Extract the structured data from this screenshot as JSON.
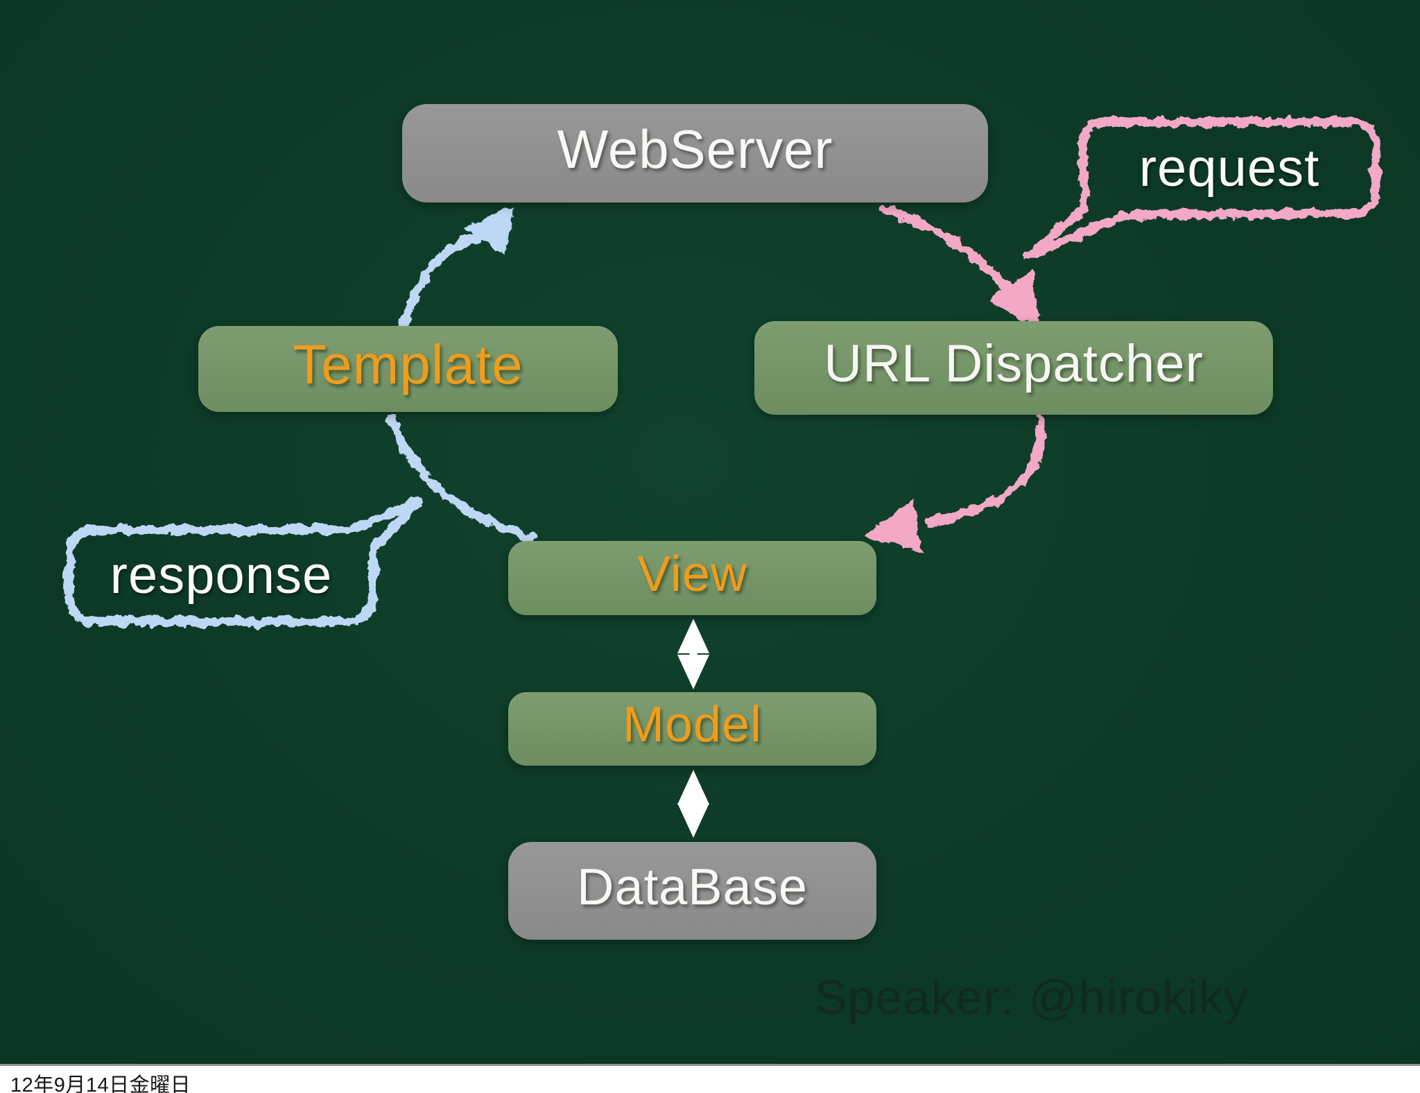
{
  "slide": {
    "background_color": "#0d3a27",
    "nodes": {
      "webserver": {
        "label": "WebServer",
        "style": "gray-box-white-text"
      },
      "template": {
        "label": "Template",
        "style": "green-box-orange-text"
      },
      "url_dispatcher": {
        "label": "URL Dispatcher",
        "style": "green-box-white-text"
      },
      "view": {
        "label": "View",
        "style": "green-box-orange-text"
      },
      "model": {
        "label": "Model",
        "style": "green-box-orange-text"
      },
      "database": {
        "label": "DataBase",
        "style": "gray-box-white-text"
      }
    },
    "bubbles": {
      "request": {
        "label": "request",
        "chalk_color": "#f3a8c6",
        "tail_direction": "bottom-left"
      },
      "response": {
        "label": "response",
        "chalk_color": "#bdd8f4",
        "tail_direction": "top-right"
      }
    },
    "arrows": [
      {
        "name": "webserver-to-url-dispatcher",
        "color": "#f3a8c6",
        "style": "chalk-curve-arrow"
      },
      {
        "name": "url-dispatcher-to-view",
        "color": "#f3a8c6",
        "style": "chalk-curve-arrow"
      },
      {
        "name": "template-to-webserver",
        "color": "#bdd8f4",
        "style": "chalk-curve-arrow"
      },
      {
        "name": "view-to-template",
        "color": "#bdd8f4",
        "style": "chalk-curve"
      },
      {
        "name": "view-model-bidirectional",
        "color": "#ffffff",
        "style": "double-headed"
      },
      {
        "name": "model-database-bidirectional",
        "color": "#ffffff",
        "style": "double-headed"
      }
    ],
    "colors": {
      "gray_box": "#8f8f8f",
      "green_box": "#75966a",
      "orange_text": "#f09c1c",
      "white_text": "#f7f7f4",
      "pink_chalk": "#f3a8c6",
      "blue_chalk": "#bdd8f4"
    },
    "speaker_credit": "Speaker: @hirokiky"
  },
  "footer": {
    "date": "12年9月14日金曜日"
  }
}
